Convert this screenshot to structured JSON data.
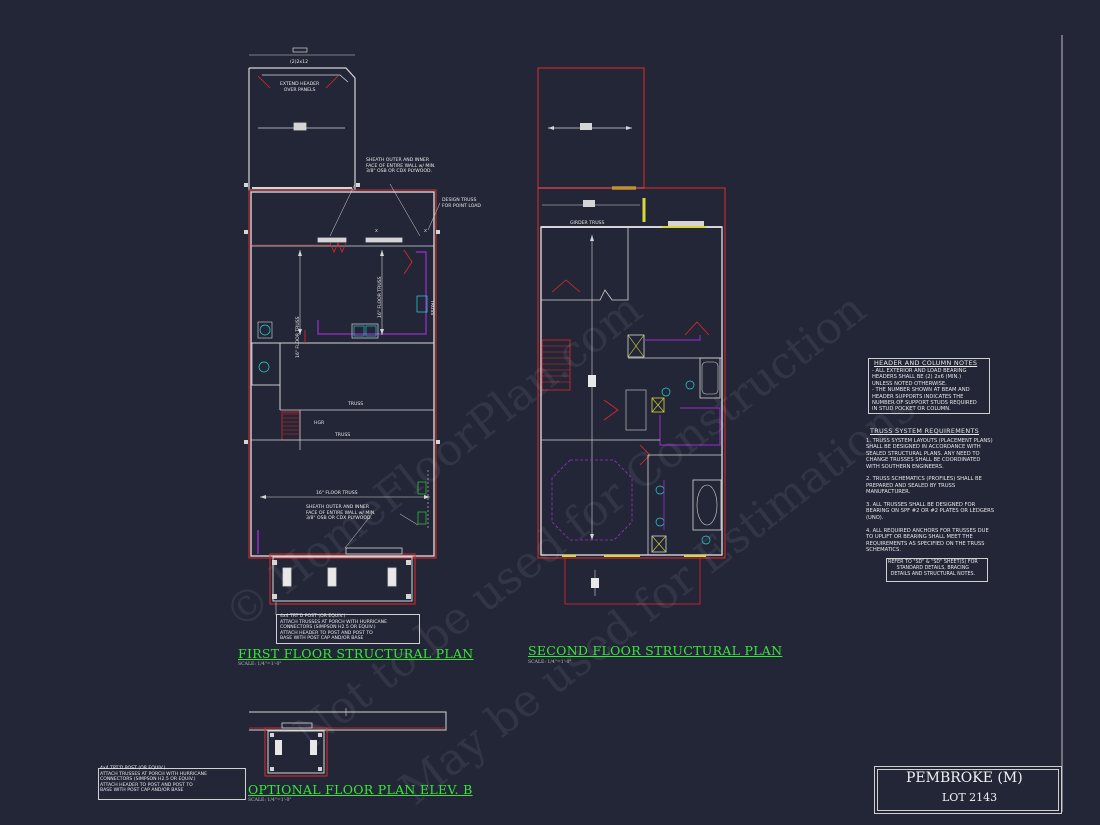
{
  "sheet": {
    "project_name": "PEMBROKE (M)",
    "lot": "LOT 2143",
    "watermark_lines": [
      "© HomeFloorPlan.com",
      "Not to be used for Construction",
      "May be used for Estimations"
    ]
  },
  "plans": {
    "first": {
      "title": "FIRST FLOOR STRUCTURAL PLAN",
      "scale": "SCALE: 1/4\"=1'-0\""
    },
    "second": {
      "title": "SECOND FLOOR STRUCTURAL PLAN",
      "scale": "SCALE: 1/4\"=1'-0\""
    },
    "optional": {
      "title": "OPTIONAL FLOOR PLAN ELEV. B",
      "scale": "SCALE: 1/4\"=1'-0\""
    }
  },
  "labels": {
    "top_header_size": "(2)2x12",
    "extend_header": "EXTEND HEADER\nOVER PANELS",
    "sheath_note_1": "SHEATH OUTER AND INNER\nFACE OF ENTIRE WALL w/ MIN.\n3/8\" OSB OR CDX PLYWOOD.",
    "design_truss": "DESIGN TRUSS\nFOR POINT LOAD",
    "floor_truss_1": "16\" FLOOR TRUSS",
    "floor_truss_2": "16\" FLOOR TRUSS",
    "floor_truss_3": "16\" FLOOR TRUSS",
    "truss_vertical": "TRUSS",
    "truss_1": "TRUSS",
    "truss_2": "TRUSS",
    "hgr": "HGR",
    "sheath_note_2": "SHEATH OUTER AND INNER\nFACE OF ENTIRE WALL w/ MIN.\n3/8\" OSB OR CDX PLYWOOD.",
    "girder_truss": "GIRDER TRUSS",
    "porch_callout": "4x4 TRT'D POST (OR EQUIV.)\nATTACH TRUSSES AT PORCH WITH HURRICANE\nCONNECTORS (SIMPSON H2.5 OR EQUIV.)\nATTACH HEADER TO POST AND POST TO\nBASE WITH POST CAP AND/OR BASE",
    "optional_callout": "4x4 TRT'D POST (OR EQUIV.)\nATTACH TRUSSES AT PORCH WITH HURRICANE\nCONNECTORS (SIMPSON H2.5 OR EQUIV.)\nATTACH HEADER TO POST AND POST TO\nBASE WITH POST CAP AND/OR BASE"
  },
  "notes": {
    "header_column": {
      "heading": "HEADER AND COLUMN NOTES",
      "body": "- ALL EXTERIOR AND LOAD BEARING\nHEADERS SHALL BE (2) 2x6 (MIN.)\nUNLESS NOTED OTHERWISE.\n- THE NUMBER SHOWN AT BEAM AND\nHEADER SUPPORTS INDICATES THE\nNUMBER OF SUPPORT STUDS REQUIRED\nIN STUD POCKET OR COLUMN."
    },
    "truss_system": {
      "heading": "TRUSS SYSTEM REQUIREMENTS",
      "body": "1. TRUSS SYSTEM LAYOUTS (PLACEMENT PLANS)\nSHALL BE DESIGNED IN ACCORDANCE WITH\nSEALED STRUCTURAL PLANS. ANY NEED TO\nCHANGE TRUSSES SHALL BE COORDINATED\nWITH SOUTHERN ENGINEERS.\n\n2. TRUSS SCHEMATICS (PROFILES) SHALL BE\nPREPARED AND SEALED BY TRUSS\nMANUFACTURER.\n\n3. ALL TRUSSES SHALL BE DESIGNED FOR\nBEARING ON SPF #2 OR #2 PLATES OR LEDGERS\n(UNO).\n\n4. ALL REQUIRED ANCHORS FOR TRUSSES DUE\nTO UPLIFT OR BEARING SHALL MEET THE\nREQUIREMENTS AS SPECIFIED ON THE TRUSS\nSCHEMATICS."
    },
    "refer": "REFER TO \"SD\" & \"SD\" SHEET(S) FOR\nSTANDARD DETAILS, BRACING\nDETAILS AND STRUCTURAL NOTES."
  },
  "colors": {
    "background": "#232637",
    "wall": "#d5d5d5",
    "framing": "#e02a2a",
    "fixture": "#9b2fd0",
    "highlight": "#d8d83a",
    "accent_cyan": "#2ad6d6",
    "title_green": "#39e63a"
  }
}
